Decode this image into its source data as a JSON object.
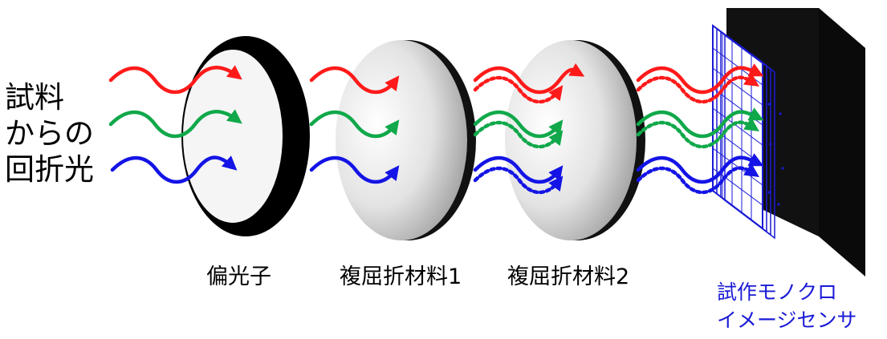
{
  "source_label": {
    "line1": "試料",
    "line2": "からの",
    "line3": "回折光"
  },
  "components": {
    "polarizer": "偏光子",
    "birefringent1": "複屈折材料1",
    "birefringent2": "複屈折材料2",
    "sensor_line1": "試作モノクロ",
    "sensor_line2": "イメージセンサ"
  },
  "colors": {
    "red": "#ff1a1a",
    "green": "#10a84a",
    "blue": "#1414e6",
    "sensor_label": "#1a1ad6"
  }
}
